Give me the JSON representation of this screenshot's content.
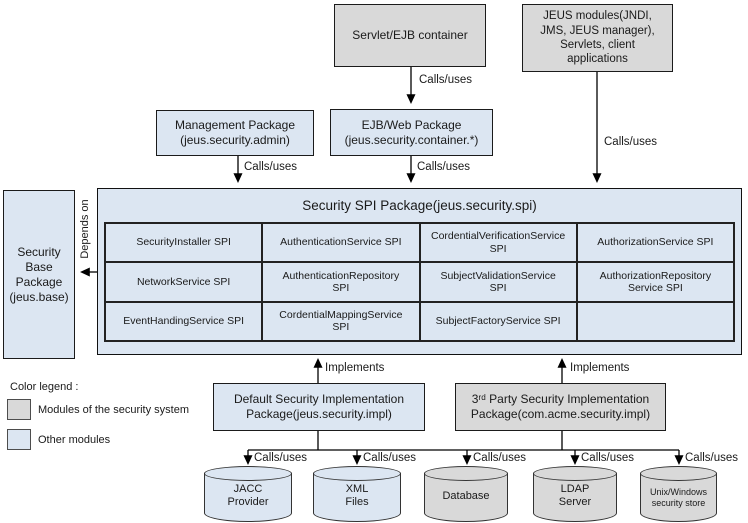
{
  "colors": {
    "security_module_fill": "#d9d9d9",
    "other_module_fill": "#dce6f2",
    "border": "#1b1b1b"
  },
  "edge_labels": {
    "calls_uses": "Calls/uses",
    "implements": "Implements",
    "depends_on": "Depends on"
  },
  "boxes": {
    "servlet_container": "Servlet/EJB container",
    "jeus_modules": "JEUS modules(JNDI,\nJMS, JEUS manager),\nServlets, client\napplications",
    "management_package": "Management Package\n(jeus.security.admin)",
    "ejb_web_package": "EJB/Web Package\n(jeus.security.container.*)",
    "security_base_package": "Security\nBase\nPackage\n(jeus.base)",
    "default_impl_package": "Default Security Implementation\nPackage(jeus.security.impl)",
    "third_party_impl_package": "3ʳᵈ Party Security Implementation\nPackage(com.acme.security.impl)"
  },
  "spi": {
    "title": "Security SPI Package(jeus.security.spi)",
    "cells": [
      [
        "SecurityInstaller SPI",
        "AuthenticationService SPI",
        "CordentialVerificationService\nSPI",
        "AuthorizationService SPI"
      ],
      [
        "NetworkService SPI",
        "AuthenticationRepository\nSPI",
        "SubjectValidationService\nSPI",
        "AuthorizationRepository\nService SPI"
      ],
      [
        "EventHandingService SPI",
        "CordentialMappingService\nSPI",
        "SubjectFactoryService SPI",
        ""
      ]
    ]
  },
  "datastores": [
    {
      "label": "JACC\nProvider",
      "type": "other"
    },
    {
      "label": "XML\nFiles",
      "type": "other"
    },
    {
      "label": "Database",
      "type": "security"
    },
    {
      "label": "LDAP\nServer",
      "type": "security"
    },
    {
      "label": "Unix/Windows\nsecurity store",
      "type": "security"
    }
  ],
  "legend": {
    "title": "Color legend :",
    "items": [
      {
        "label": "Modules of the security system",
        "color": "#d9d9d9"
      },
      {
        "label": "Other modules",
        "color": "#dce6f2"
      }
    ]
  }
}
